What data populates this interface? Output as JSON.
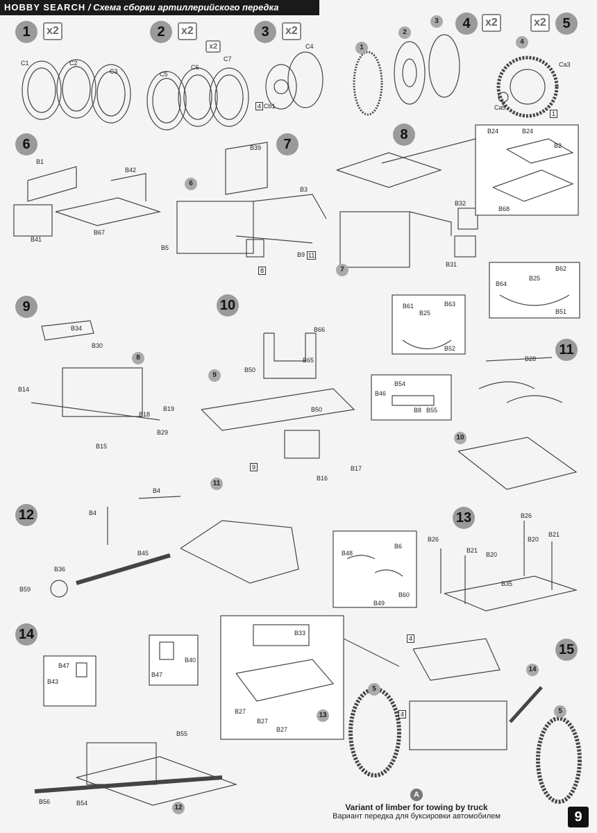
{
  "header": {
    "brand": "HOBBY SEARCH",
    "title": "/ Схема сборки артиллерийского передка"
  },
  "steps": {
    "s1": {
      "num": "1",
      "mult": "x2",
      "parts": [
        "C1",
        "C2",
        "C3"
      ]
    },
    "s2": {
      "num": "2",
      "mult": "x2",
      "small_mult": "x2",
      "parts": [
        "C5",
        "C6",
        "C7"
      ]
    },
    "s3": {
      "num": "3",
      "mult": "x2",
      "parts": [
        "C4",
        "Cb1",
        "4"
      ]
    },
    "s4": {
      "num": "4",
      "mult": "x2",
      "parts": [
        "1",
        "2",
        "3"
      ]
    },
    "s5": {
      "num": "5",
      "mult": "x2",
      "parts": [
        "4",
        "Ca3",
        "Ca5",
        "1"
      ]
    },
    "s6": {
      "num": "6",
      "parts": [
        "B1",
        "B42",
        "B41",
        "B67"
      ]
    },
    "s7": {
      "num": "7",
      "parts": [
        "B39",
        "B3",
        "6",
        "B5",
        "B9",
        "11",
        "8"
      ]
    },
    "s8": {
      "num": "8",
      "parts": [
        "B24",
        "B24",
        "B2",
        "B68",
        "B32",
        "B31",
        "7"
      ]
    },
    "s9": {
      "num": "9",
      "parts": [
        "B34",
        "B30",
        "8",
        "B14",
        "B19",
        "B18",
        "B29",
        "B15"
      ]
    },
    "s10": {
      "num": "10",
      "parts": [
        "B66",
        "B65",
        "B50",
        "B50",
        "9",
        "9",
        "B16",
        "B17"
      ]
    },
    "s11": {
      "num": "11",
      "parts": [
        "B61",
        "B63",
        "B25",
        "B52",
        "B64",
        "B25",
        "B62",
        "B51",
        "B54",
        "B46",
        "B8",
        "B55",
        "B28",
        "10"
      ]
    },
    "s12": {
      "num": "12",
      "parts": [
        "B4",
        "B4",
        "B45",
        "B36",
        "B59",
        "11",
        "B48",
        "B6",
        "B60",
        "B49"
      ]
    },
    "s13": {
      "num": "13",
      "parts": [
        "B26",
        "B21",
        "B20",
        "B26",
        "B20",
        "B21",
        "B35"
      ]
    },
    "s14": {
      "num": "14",
      "parts": [
        "B47",
        "B43",
        "B40",
        "B47",
        "B55",
        "B56",
        "B54",
        "12",
        "B33",
        "B27",
        "B27",
        "B27",
        "13"
      ]
    },
    "s15": {
      "num": "15",
      "parts": [
        "4",
        "4",
        "14",
        "5",
        "5"
      ]
    }
  },
  "caption": {
    "badge": "A",
    "en": "Variant of limber for towing by truck",
    "ru": "Вариант передка для буксировки автомобилем"
  },
  "page_number": "9"
}
